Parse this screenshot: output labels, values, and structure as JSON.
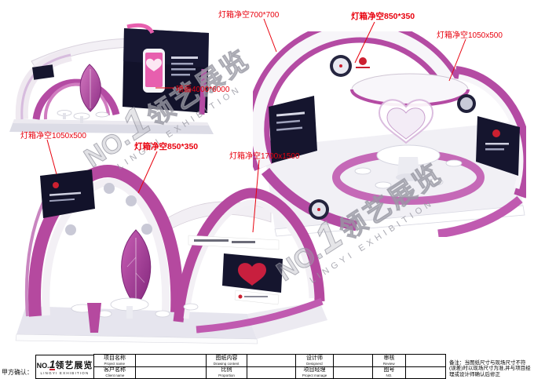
{
  "annotations": [
    {
      "text": "灯箱净空700*700",
      "bold": false
    },
    {
      "text": "灯箱净空850*350",
      "bold": true
    },
    {
      "text": "灯箱净空1050x500",
      "bold": false
    },
    {
      "text": "喷画4000*6000",
      "bold": false
    },
    {
      "text": "灯箱净空1050x500",
      "bold": false
    },
    {
      "text": "灯箱净空850*350",
      "bold": true
    },
    {
      "text": "灯箱净空1700x1500",
      "bold": false
    }
  ],
  "watermark": {
    "prefix": "NO.",
    "numeral": "1",
    "cn": "领艺展览",
    "en": "LINGYI EXHIBITION"
  },
  "footer": {
    "confirm": "甲方确认：",
    "logo": {
      "prefix": "NO.",
      "numeral": "1",
      "cn": "领艺展览",
      "en": "LINGYI EXHIBITION"
    },
    "fields": [
      {
        "cn": "项目名称",
        "en": "Project name"
      },
      {
        "cn": "图纸内容",
        "en": "Drawing content"
      },
      {
        "cn": "设计师",
        "en": "Designerd"
      },
      {
        "cn": "审核",
        "en": "Review"
      },
      {
        "cn": "客户名称",
        "en": "Client name"
      },
      {
        "cn": "比例",
        "en": "Proportion"
      },
      {
        "cn": "项目经理",
        "en": "Project manage"
      },
      {
        "cn": "图号",
        "en": "NO."
      }
    ],
    "note": "备注：当图纸尺寸与现场尺寸不符(误差)时以现场尺寸为准,并与项目经理或设计师确认后修正"
  }
}
